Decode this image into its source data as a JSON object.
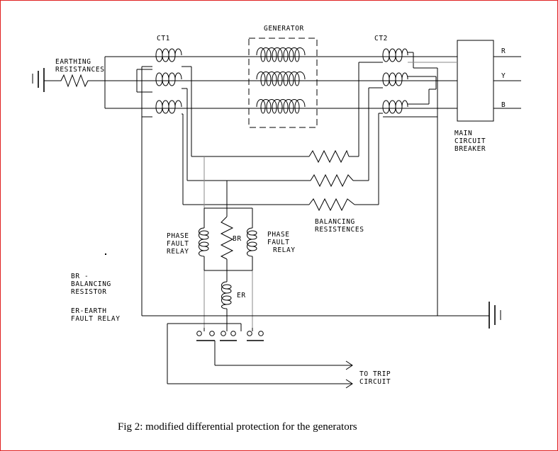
{
  "labels": {
    "ct1": "CT1",
    "ct2": "CT2",
    "generator": "GENERATOR",
    "earthing_1": "EARTHING",
    "earthing_2": "RESISTANCES",
    "phase_r": "R",
    "phase_y": "Y",
    "phase_b": "B",
    "breaker_1": "MAIN",
    "breaker_2": "CIRCUIT",
    "breaker_3": "BREAKER",
    "balancing_1": "BALANCING",
    "balancing_2": "RESISTENCES",
    "pfr_left_1": "PHASE",
    "pfr_left_2": "FAULT",
    "pfr_left_3": "RELAY",
    "pfr_right_1": "PHASE",
    "pfr_right_2": "FAULT",
    "pfr_right_3": "RELAY",
    "br": "BR",
    "er": "ER",
    "legend_br_1": "BR -",
    "legend_br_2": "BALANCING",
    "legend_br_3": "RESISTOR",
    "legend_er_1": "ER-EARTH",
    "legend_er_2": "FAULT RELAY",
    "trip_1": "TO TRIP",
    "trip_2": "CIRCUIT"
  },
  "caption": "Fig 2: modified differential protection for the generators",
  "colors": {
    "frame": "#e02020",
    "wire": "#000000",
    "pilot": "#8a8a8a"
  }
}
